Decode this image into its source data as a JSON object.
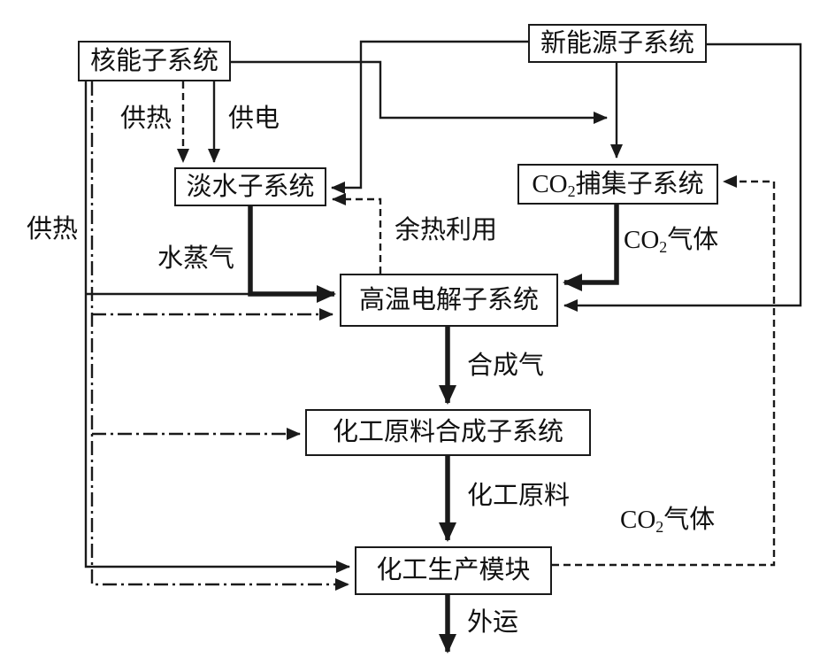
{
  "nodes": {
    "nuclear": {
      "label": "核能子系统"
    },
    "new_energy": {
      "label": "新能源子系统"
    },
    "fresh_water": {
      "label": "淡水子系统"
    },
    "co2_capture": {
      "prefix": "CO",
      "sub": "2",
      "suffix": "捕集子系统"
    },
    "electrolysis": {
      "label": "高温电解子系统"
    },
    "synthesis": {
      "label": "化工原料合成子系统"
    },
    "production": {
      "label": "化工生产模块"
    }
  },
  "edge_labels": {
    "heat_top": "供热",
    "power": "供电",
    "heat_left": "供热",
    "steam": "水蒸气",
    "waste_heat": "余热利用",
    "co2_upper": {
      "prefix": "CO",
      "sub": "2",
      "suffix": "气体"
    },
    "syngas": "合成气",
    "chem_feedstock": "化工原料",
    "co2_lower": {
      "prefix": "CO",
      "sub": "2",
      "suffix": "气体"
    },
    "outbound": "外运"
  },
  "edges": [
    {
      "from": "核能子系统",
      "to": "淡水子系统",
      "label": "供热",
      "style": "dashed"
    },
    {
      "from": "核能子系统",
      "to": "淡水子系统",
      "label": "供电",
      "style": "solid"
    },
    {
      "from": "核能子系统",
      "to": "CO2捕集子系统",
      "label": "",
      "style": "solid"
    },
    {
      "from": "核能子系统",
      "to": "高温电解子系统",
      "label": "供热",
      "style": "solid"
    },
    {
      "from": "核能子系统",
      "to": "高温电解子系统",
      "label": "",
      "style": "dash-dot"
    },
    {
      "from": "核能子系统",
      "to": "化工原料合成子系统",
      "label": "",
      "style": "dash-dot"
    },
    {
      "from": "核能子系统",
      "to": "化工生产模块",
      "label": "供热",
      "style": "solid"
    },
    {
      "from": "核能子系统",
      "to": "化工生产模块",
      "label": "",
      "style": "dash-dot"
    },
    {
      "from": "新能源子系统",
      "to": "CO2捕集子系统",
      "label": "",
      "style": "solid"
    },
    {
      "from": "新能源子系统",
      "to": "淡水子系统",
      "label": "",
      "style": "solid"
    },
    {
      "from": "新能源子系统",
      "to": "高温电解子系统",
      "label": "",
      "style": "solid"
    },
    {
      "from": "淡水子系统",
      "to": "高温电解子系统",
      "label": "水蒸气",
      "style": "thick"
    },
    {
      "from": "高温电解子系统",
      "to": "淡水子系统",
      "label": "余热利用",
      "style": "dashed"
    },
    {
      "from": "CO2捕集子系统",
      "to": "高温电解子系统",
      "label": "CO2气体",
      "style": "thick"
    },
    {
      "from": "高温电解子系统",
      "to": "化工原料合成子系统",
      "label": "合成气",
      "style": "thick"
    },
    {
      "from": "化工原料合成子系统",
      "to": "化工生产模块",
      "label": "化工原料",
      "style": "thick"
    },
    {
      "from": "化工生产模块",
      "to": "CO2捕集子系统",
      "label": "CO2气体",
      "style": "dashed"
    },
    {
      "from": "化工生产模块",
      "to": "外部",
      "label": "外运",
      "style": "thick"
    }
  ],
  "colors": {
    "line": "#1a1a1a",
    "background": "#ffffff"
  }
}
